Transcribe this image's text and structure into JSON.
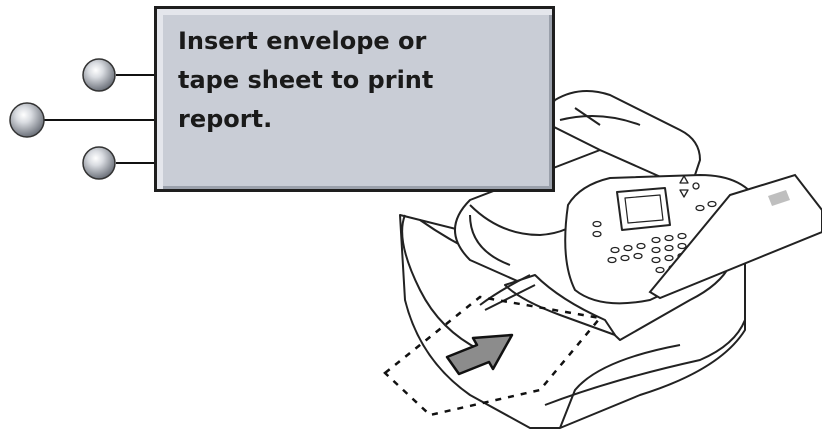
{
  "display": {
    "lines": [
      "Insert envelope or",
      "tape sheet to print",
      "report."
    ]
  },
  "softkeys": {
    "top": "softkey-top",
    "middle": "softkey-middle",
    "bottom": "softkey-bottom"
  },
  "icons": {
    "arrow": "insert-direction-arrow",
    "machine": "postage-meter"
  },
  "colors": {
    "panel_bg": "#c9cdd6",
    "panel_border": "#1e1e1e",
    "button_gray": "#8a8f98",
    "arrow_gray": "#8c8c8c"
  }
}
